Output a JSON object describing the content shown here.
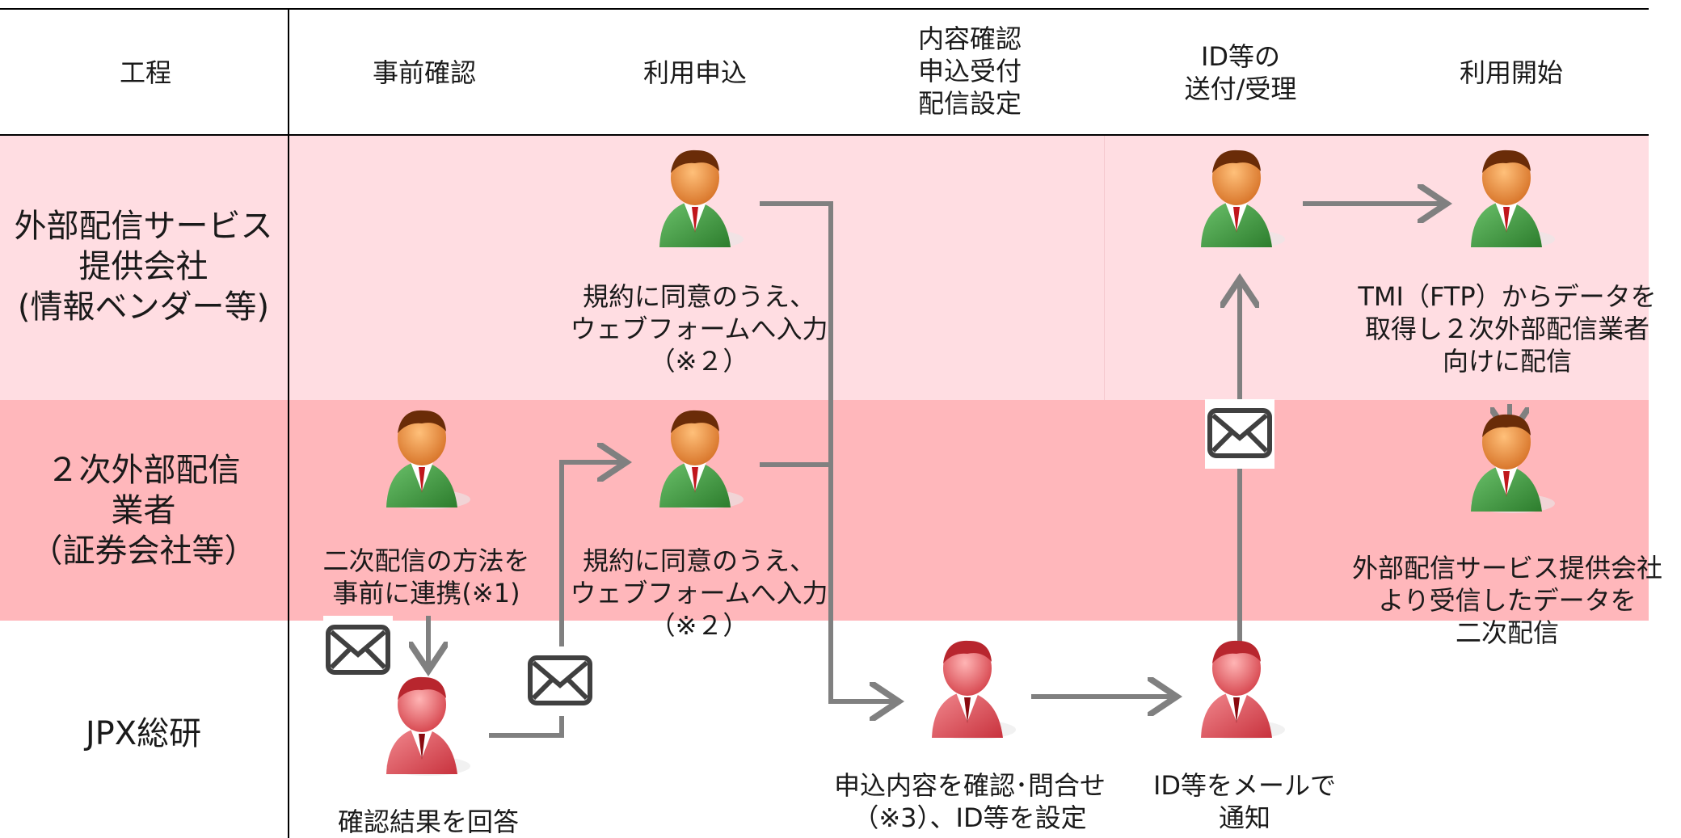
{
  "colors": {
    "external_band": "#ffdde2",
    "secondary_band": "#ffb7bb",
    "arrow": "#808080",
    "person_green": "#3a9a3a",
    "person_red": "#e05560",
    "mail_border": "#404040"
  },
  "header": {
    "process": "工程",
    "steps": [
      "事前確認",
      "利用申込",
      "内容確認\n申込受付\n配信設定",
      "ID等の\n送付/受理",
      "利用開始"
    ]
  },
  "rows": {
    "external": "外部配信サービス\n提供会社\n(情報ベンダー等)",
    "secondary": "２次外部配信\n業者\n（証券会社等）",
    "jpx": "JPX総研"
  },
  "captions": {
    "ext_apply": "規約に同意のうえ、\nウェブフォームへ入力\n（※２）",
    "ext_start": "TMI（FTP）からデータを\n取得し２次外部配信業者\n向けに配信",
    "sec_pre": "二次配信の方法を\n事前に連携(※1)",
    "sec_apply": "規約に同意のうえ、\nウェブフォームへ入力\n（※２）",
    "sec_start": "外部配信サービス提供会社\nより受信したデータを\n二次配信",
    "jpx_pre": "確認結果を回答",
    "jpx_review": "申込内容を確認･問合せ\n（※3）、ID等を設定",
    "jpx_notify": "ID等をメールで\n通知"
  },
  "icons": {
    "person": "person-icon",
    "mail": "envelope-icon"
  }
}
